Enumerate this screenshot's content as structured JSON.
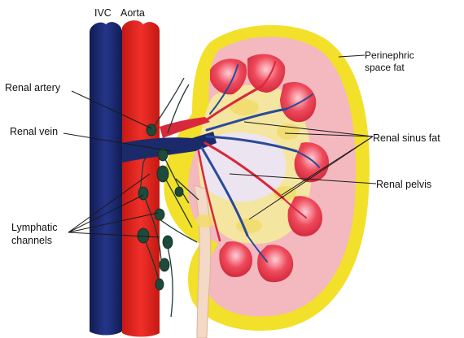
{
  "labels": {
    "ivc": "IVC",
    "aorta": "Aorta",
    "renal_artery": "Renal artery",
    "renal_vein": "Renal vein",
    "lymphatic_channels_line1": "Lymphatic",
    "lymphatic_channels_line2": "channels",
    "perinephric_line1": "Perinephric",
    "perinephric_line2": "space fat",
    "renal_sinus_fat": "Renal sinus fat",
    "renal_pelvis": "Renal pelvis"
  },
  "colors": {
    "ivc": "#1b2a6b",
    "aorta": "#e8201c",
    "perinephric_fat": "#f2e02a",
    "cortex": "#f4b8bf",
    "pyramid": "#e83a4e",
    "sinus_fat": "#f4e6a0",
    "pelvis": "#ece4f0",
    "ureter": "#f3d9c6",
    "lymph_node": "#1d4a3a",
    "vessel_blue": "#2a4a9a",
    "vessel_red": "#d8283c"
  }
}
